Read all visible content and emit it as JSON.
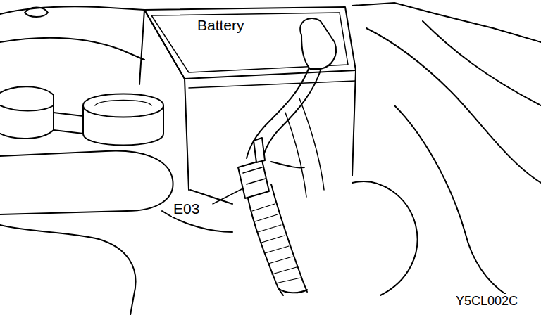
{
  "diagram": {
    "labels": [
      "Battery",
      "E03",
      "Y5CL002C"
    ]
  }
}
